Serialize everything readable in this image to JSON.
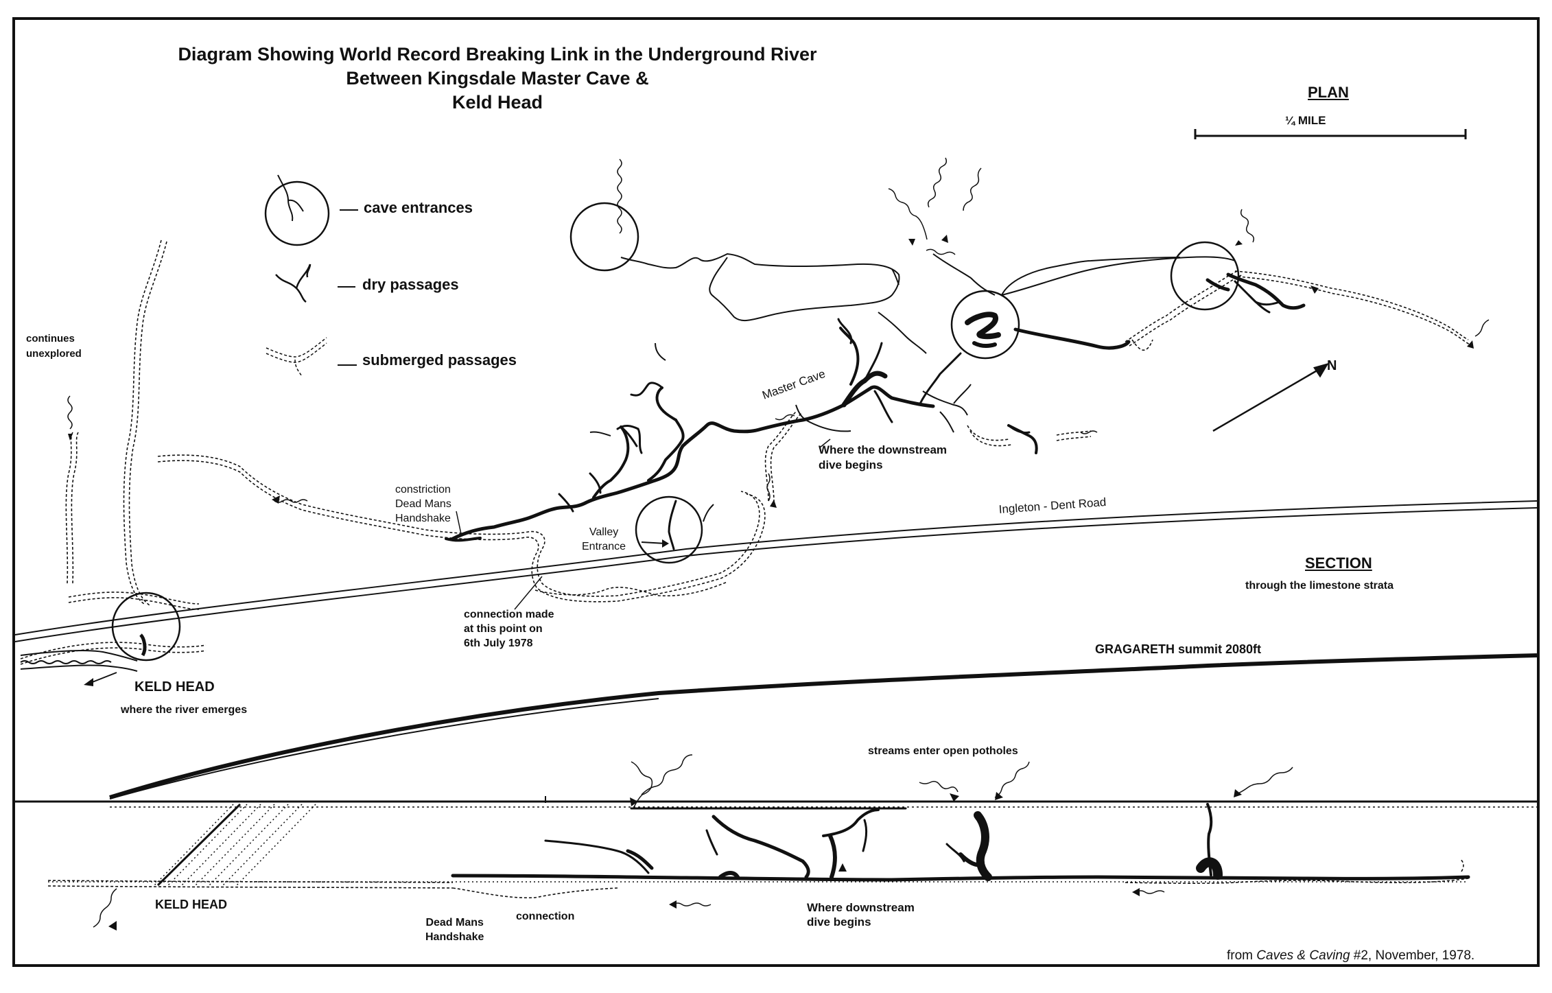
{
  "title": {
    "line1": "Diagram Showing World Record Breaking Link in the Underground River",
    "line2": "Between Kingsdale Master Cave &",
    "line3": "Keld Head"
  },
  "plan": {
    "heading": "PLAN",
    "scale_label": "¼ MILE"
  },
  "legend": {
    "cave_entrances": "cave entrances",
    "dry_passages": "dry passages",
    "submerged_passages": "submerged passages"
  },
  "north_label": "N",
  "plan_labels": {
    "continues": "continues",
    "unexplored": "unexplored",
    "master_cave": "Master Cave",
    "downstream_1": "Where the downstream",
    "downstream_2": "dive begins",
    "constriction": "constriction",
    "dead_mans": "Dead Mans",
    "handshake": "Handshake",
    "valley": "Valley",
    "entrance": "Entrance",
    "road": "Ingleton - Dent Road",
    "connection_1": "connection made",
    "connection_2": "at this point on",
    "connection_3": "6th July 1978",
    "keld_head": "KELD HEAD",
    "river_emerges": "where the river emerges"
  },
  "section": {
    "heading": "SECTION",
    "subheading": "through the limestone strata",
    "summit": "GRAGARETH summit 2080ft",
    "streams": "streams enter open potholes",
    "keld_head": "KELD HEAD",
    "dead_mans": "Dead Mans",
    "handshake": "Handshake",
    "connection": "connection",
    "downstream_1": "Where downstream",
    "downstream_2": "dive begins"
  },
  "caption": {
    "prefix": "from ",
    "source": "Caves & Caving",
    "suffix": " #2, November, 1978."
  }
}
